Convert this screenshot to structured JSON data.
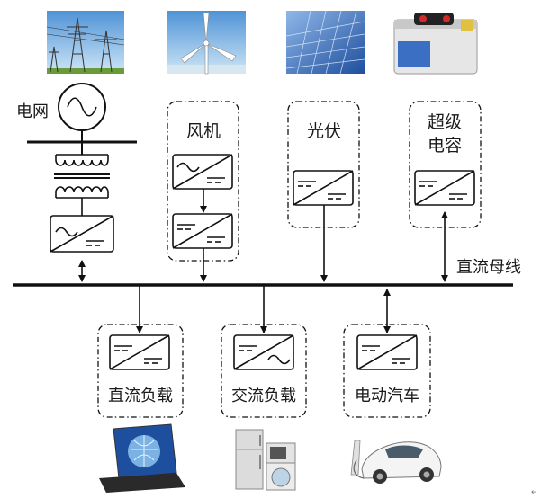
{
  "labels": {
    "grid": "电网",
    "wind": "风机",
    "pv": "光伏",
    "supercap_line1": "超级",
    "supercap_line2": "电容",
    "dc_bus": "直流母线",
    "dc_load": "直流负载",
    "ac_load": "交流负载",
    "ev": "电动汽车"
  },
  "corner_mark": "↵",
  "colors": {
    "line": "#111111",
    "sky": "#6fa9dc",
    "solar": "#2f5fb0",
    "battery": "#d9d9d9"
  },
  "icons": [
    "transmission-tower-image",
    "wind-turbine-image",
    "solar-panel-image",
    "supercapacitor-image",
    "laptop-image",
    "appliances-image",
    "electric-car-image"
  ]
}
